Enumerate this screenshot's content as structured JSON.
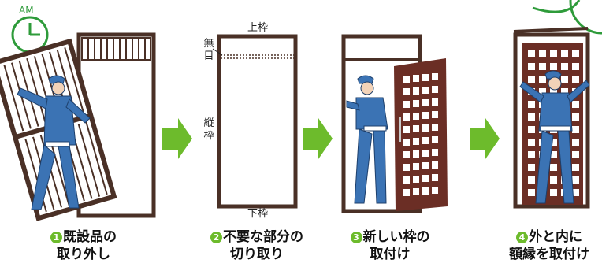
{
  "clock": {
    "am_text": "AM"
  },
  "frame_labels": {
    "top": "上枠",
    "unused_1": "無",
    "unused_2": "目",
    "side_1": "縦",
    "side_2": "枠",
    "bottom": "下枠"
  },
  "steps": [
    {
      "number": "1",
      "line1": "既設品の",
      "line2": "取り外し"
    },
    {
      "number": "2",
      "line1": "不要な部分の",
      "line2": "切り取り"
    },
    {
      "number": "3",
      "line1": "新しい枠の",
      "line2": "取付け"
    },
    {
      "number": "4",
      "line1": "外と内に",
      "line2": "額縁を取付け"
    }
  ],
  "colors": {
    "frame": "#4a3026",
    "door": "#6b2e25",
    "worker": "#3b73b4",
    "arrow": "#6dbb2c",
    "clock": "#2e9b3a"
  }
}
